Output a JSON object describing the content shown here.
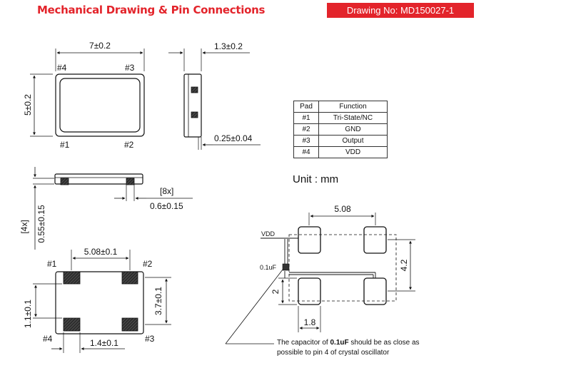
{
  "header": {
    "title": "Mechanical Drawing & Pin Connections",
    "drawing_no": "Drawing No: MD150027-1"
  },
  "top_view": {
    "width_dim": "7±0.2",
    "height_dim": "5±0.2",
    "pins": [
      "#1",
      "#2",
      "#3",
      "#4"
    ]
  },
  "side_view": {
    "thickness_dim": "1.3±0.2",
    "standoff_dim": "0.25±0.04"
  },
  "front_view": {
    "pad_count_label": "[8x]",
    "pad_dim": "0.6±0.15",
    "height_count_label": "[4x]",
    "height_dim": "0.55±0.15"
  },
  "bottom_view": {
    "pitch_dim": "5.08±0.1",
    "vertical_pitch_dim": "3.7±0.1",
    "pad_height_dim": "1.1±0.1",
    "pad_width_dim": "1.4±0.1",
    "pins": [
      "#1",
      "#2",
      "#3",
      "#4"
    ]
  },
  "pin_table": {
    "headers": [
      "Pad",
      "Function"
    ],
    "rows": [
      {
        "pad": "#1",
        "function": "Tri-State/NC"
      },
      {
        "pad": "#2",
        "function": "GND"
      },
      {
        "pad": "#3",
        "function": "Output"
      },
      {
        "pad": "#4",
        "function": "VDD"
      }
    ]
  },
  "unit_label": "Unit : mm",
  "footprint": {
    "pitch_dim": "5.08",
    "vertical_dim": "4.2",
    "pad_height_dim": "2",
    "pad_width_dim": "1.8",
    "vdd_label": "VDD",
    "cap_label": "0.1uF"
  },
  "note": {
    "prefix": "The capacitor of ",
    "value": "0.1uF",
    "suffix": " should be as close as possible to pin 4 of crystal oscillator"
  },
  "colors": {
    "accent_red": "#e3242b",
    "line": "#111111",
    "pad_hatch": "#333333"
  }
}
